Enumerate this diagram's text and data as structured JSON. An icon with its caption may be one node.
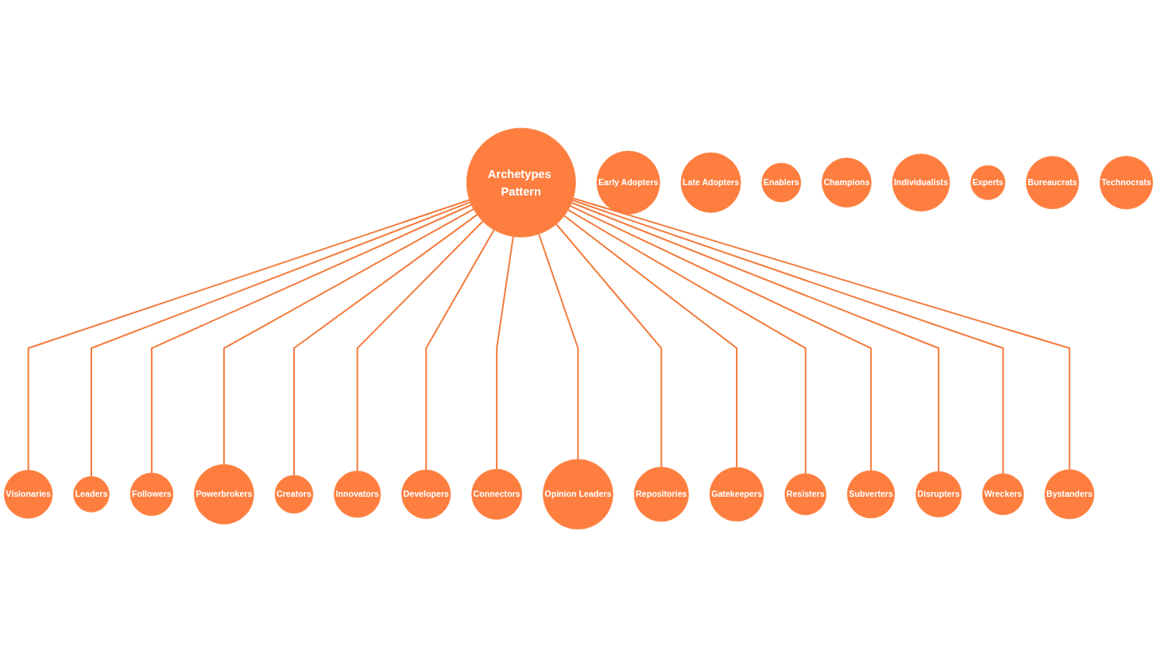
{
  "diagram": {
    "nodes": [
      {
        "text": [
          "Archetypes Pattern"
        ]
      },
      {
        "text": [
          "Early Adopters"
        ]
      },
      {
        "text": [
          "Late Adopters"
        ]
      },
      {
        "text": [
          "Enablers"
        ]
      },
      {
        "text": [
          "Champions"
        ]
      },
      {
        "text": [
          "Individualists"
        ]
      },
      {
        "text": [
          "Experts"
        ]
      },
      {
        "text": [
          "Bureaucrats"
        ]
      },
      {
        "text": [
          "Technocrats"
        ]
      },
      {
        "text": [
          "Visionaries"
        ]
      },
      {
        "text": [
          "Leaders"
        ]
      },
      {
        "text": [
          "Followers"
        ]
      },
      {
        "text": [
          "Powerbrokers"
        ]
      },
      {
        "text": [
          "Creators"
        ]
      },
      {
        "text": [
          "Innovators"
        ]
      },
      {
        "text": [
          "Developers"
        ]
      },
      {
        "text": [
          "Connectors"
        ]
      },
      {
        "text": [
          "Opinion Leaders"
        ]
      },
      {
        "text": [
          "Repositories"
        ]
      },
      {
        "text": [
          "Gatekeepers"
        ]
      },
      {
        "text": [
          "Resisters"
        ]
      },
      {
        "text": [
          "Subverters"
        ]
      },
      {
        "text": [
          "Disrupters"
        ]
      },
      {
        "text": [
          "Wreckers"
        ]
      },
      {
        "text": [
          "Bystanders"
        ]
      }
    ],
    "edges": [
      {
        "from": 0,
        "to": 9,
        "arrow": "none"
      },
      {
        "from": 0,
        "to": 10,
        "arrow": "none"
      },
      {
        "from": 0,
        "to": 11,
        "arrow": "none"
      },
      {
        "from": 0,
        "to": 12,
        "arrow": "none"
      },
      {
        "from": 0,
        "to": 13,
        "arrow": "none"
      },
      {
        "from": 0,
        "to": 14,
        "arrow": "none"
      },
      {
        "from": 0,
        "to": 15,
        "arrow": "none"
      },
      {
        "from": 0,
        "to": 16,
        "arrow": "none"
      },
      {
        "from": 0,
        "to": 17,
        "arrow": "none"
      },
      {
        "from": 0,
        "to": 18,
        "arrow": "none"
      },
      {
        "from": 0,
        "to": 19,
        "arrow": "none"
      },
      {
        "from": 0,
        "to": 20,
        "arrow": "none"
      },
      {
        "from": 0,
        "to": 21,
        "arrow": "none"
      },
      {
        "from": 0,
        "to": 22,
        "arrow": "none"
      },
      {
        "from": 0,
        "to": 23,
        "arrow": "none"
      },
      {
        "from": 0,
        "to": 24,
        "arrow": "none"
      }
    ]
  }
}
